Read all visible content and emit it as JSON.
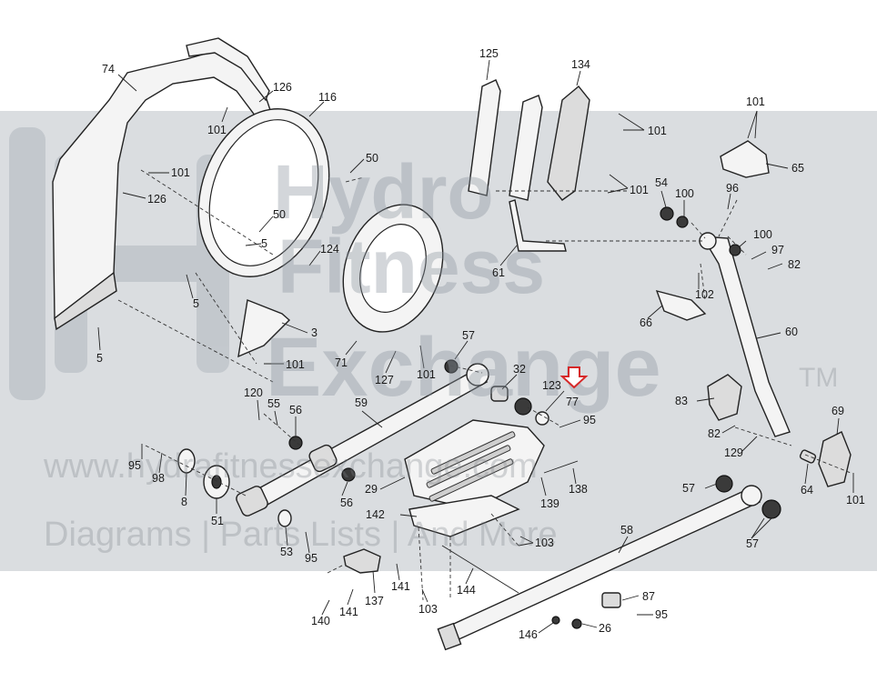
{
  "colors": {
    "watermark_band": "#d4d7db",
    "line": "#222222",
    "arrow": "#d62828"
  },
  "watermark": {
    "line1": "Hydro",
    "line2": "Fitness",
    "line3": "Exchange",
    "tm": "TM",
    "url": "www.hydrafitnessexchange.com",
    "tagline": "Diagrams | Parts Lists | And More"
  },
  "parts": [
    {
      "id": "p74",
      "label": "74"
    },
    {
      "id": "p126a",
      "label": "126"
    },
    {
      "id": "p116",
      "label": "116"
    },
    {
      "id": "p101a",
      "label": "101"
    },
    {
      "id": "p101b",
      "label": "101"
    },
    {
      "id": "p126b",
      "label": "126"
    },
    {
      "id": "p50a",
      "label": "50"
    },
    {
      "id": "p50b",
      "label": "50"
    },
    {
      "id": "p5a",
      "label": "5"
    },
    {
      "id": "p5b",
      "label": "5"
    },
    {
      "id": "p5c",
      "label": "5"
    },
    {
      "id": "p124",
      "label": "124"
    },
    {
      "id": "p3",
      "label": "3"
    },
    {
      "id": "p101c",
      "label": "101"
    },
    {
      "id": "p71",
      "label": "71"
    },
    {
      "id": "p127",
      "label": "127"
    },
    {
      "id": "p101d",
      "label": "101"
    },
    {
      "id": "p57a",
      "label": "57"
    },
    {
      "id": "p125",
      "label": "125"
    },
    {
      "id": "p134",
      "label": "134"
    },
    {
      "id": "p101e",
      "label": "101"
    },
    {
      "id": "p101f",
      "label": "101"
    },
    {
      "id": "p61",
      "label": "61"
    },
    {
      "id": "p54",
      "label": "54"
    },
    {
      "id": "p100a",
      "label": "100"
    },
    {
      "id": "p101g",
      "label": "101"
    },
    {
      "id": "p65",
      "label": "65"
    },
    {
      "id": "p96",
      "label": "96"
    },
    {
      "id": "p100b",
      "label": "100"
    },
    {
      "id": "p97",
      "label": "97"
    },
    {
      "id": "p82a",
      "label": "82"
    },
    {
      "id": "p102",
      "label": "102"
    },
    {
      "id": "p66",
      "label": "66"
    },
    {
      "id": "p60",
      "label": "60"
    },
    {
      "id": "p120",
      "label": "120"
    },
    {
      "id": "p55",
      "label": "55"
    },
    {
      "id": "p56a",
      "label": "56"
    },
    {
      "id": "p59",
      "label": "59"
    },
    {
      "id": "p32",
      "label": "32"
    },
    {
      "id": "p123",
      "label": "123"
    },
    {
      "id": "p77",
      "label": "77"
    },
    {
      "id": "p95a",
      "label": "95"
    },
    {
      "id": "p83",
      "label": "83"
    },
    {
      "id": "p69",
      "label": "69"
    },
    {
      "id": "p82b",
      "label": "82"
    },
    {
      "id": "p129",
      "label": "129"
    },
    {
      "id": "p95b",
      "label": "95"
    },
    {
      "id": "p98",
      "label": "98"
    },
    {
      "id": "p8",
      "label": "8"
    },
    {
      "id": "p51",
      "label": "51"
    },
    {
      "id": "p56b",
      "label": "56"
    },
    {
      "id": "p29",
      "label": "29"
    },
    {
      "id": "p139",
      "label": "139"
    },
    {
      "id": "p138",
      "label": "138"
    },
    {
      "id": "p64",
      "label": "64"
    },
    {
      "id": "p101h",
      "label": "101"
    },
    {
      "id": "p57b",
      "label": "57"
    },
    {
      "id": "p142",
      "label": "142"
    },
    {
      "id": "p53",
      "label": "53"
    },
    {
      "id": "p95c",
      "label": "95"
    },
    {
      "id": "p103a",
      "label": "103"
    },
    {
      "id": "p58",
      "label": "58"
    },
    {
      "id": "p57c",
      "label": "57"
    },
    {
      "id": "p141a",
      "label": "141"
    },
    {
      "id": "p144",
      "label": "144"
    },
    {
      "id": "p137",
      "label": "137"
    },
    {
      "id": "p141b",
      "label": "141"
    },
    {
      "id": "p140",
      "label": "140"
    },
    {
      "id": "p103b",
      "label": "103"
    },
    {
      "id": "p87",
      "label": "87"
    },
    {
      "id": "p95d",
      "label": "95"
    },
    {
      "id": "p146",
      "label": "146"
    },
    {
      "id": "p26",
      "label": "26"
    }
  ]
}
